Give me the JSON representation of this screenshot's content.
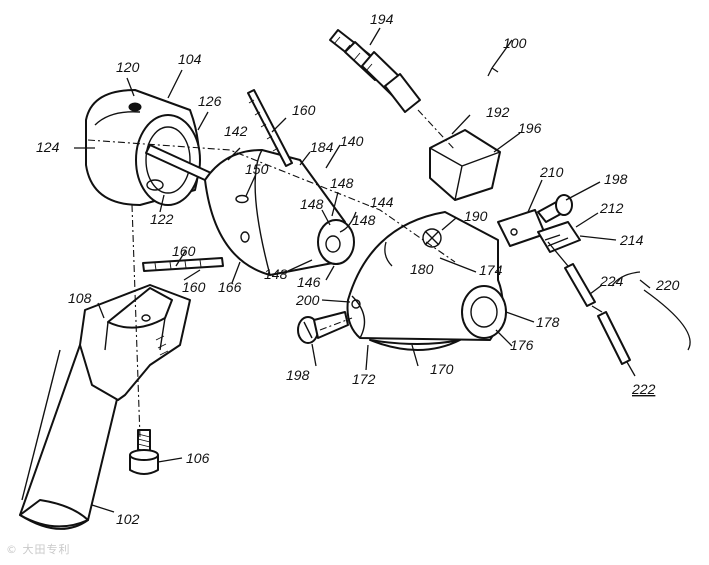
{
  "figure": {
    "labels": {
      "r100": "100",
      "r102": "102",
      "r104": "104",
      "r106": "106",
      "r108": "108",
      "r120": "120",
      "r122": "122",
      "r124": "124",
      "r126": "126",
      "r140": "140",
      "r142": "142",
      "r144": "144",
      "r146": "146",
      "r148a": "148",
      "r148b": "148",
      "r148c": "148",
      "r148d": "148",
      "r150": "150",
      "r160a": "160",
      "r160b": "160",
      "r160c": "160",
      "r166": "166",
      "r170": "170",
      "r172": "172",
      "r174": "174",
      "r176": "176",
      "r178": "178",
      "r180": "180",
      "r184": "184",
      "r190": "190",
      "r192": "192",
      "r194": "194",
      "r196": "196",
      "r198a": "198",
      "r198b": "198",
      "r200": "200",
      "r210": "210",
      "r212": "212",
      "r214": "214",
      "r220": "220",
      "r222": "222",
      "r224": "224"
    }
  },
  "watermark": "© 大田专利"
}
